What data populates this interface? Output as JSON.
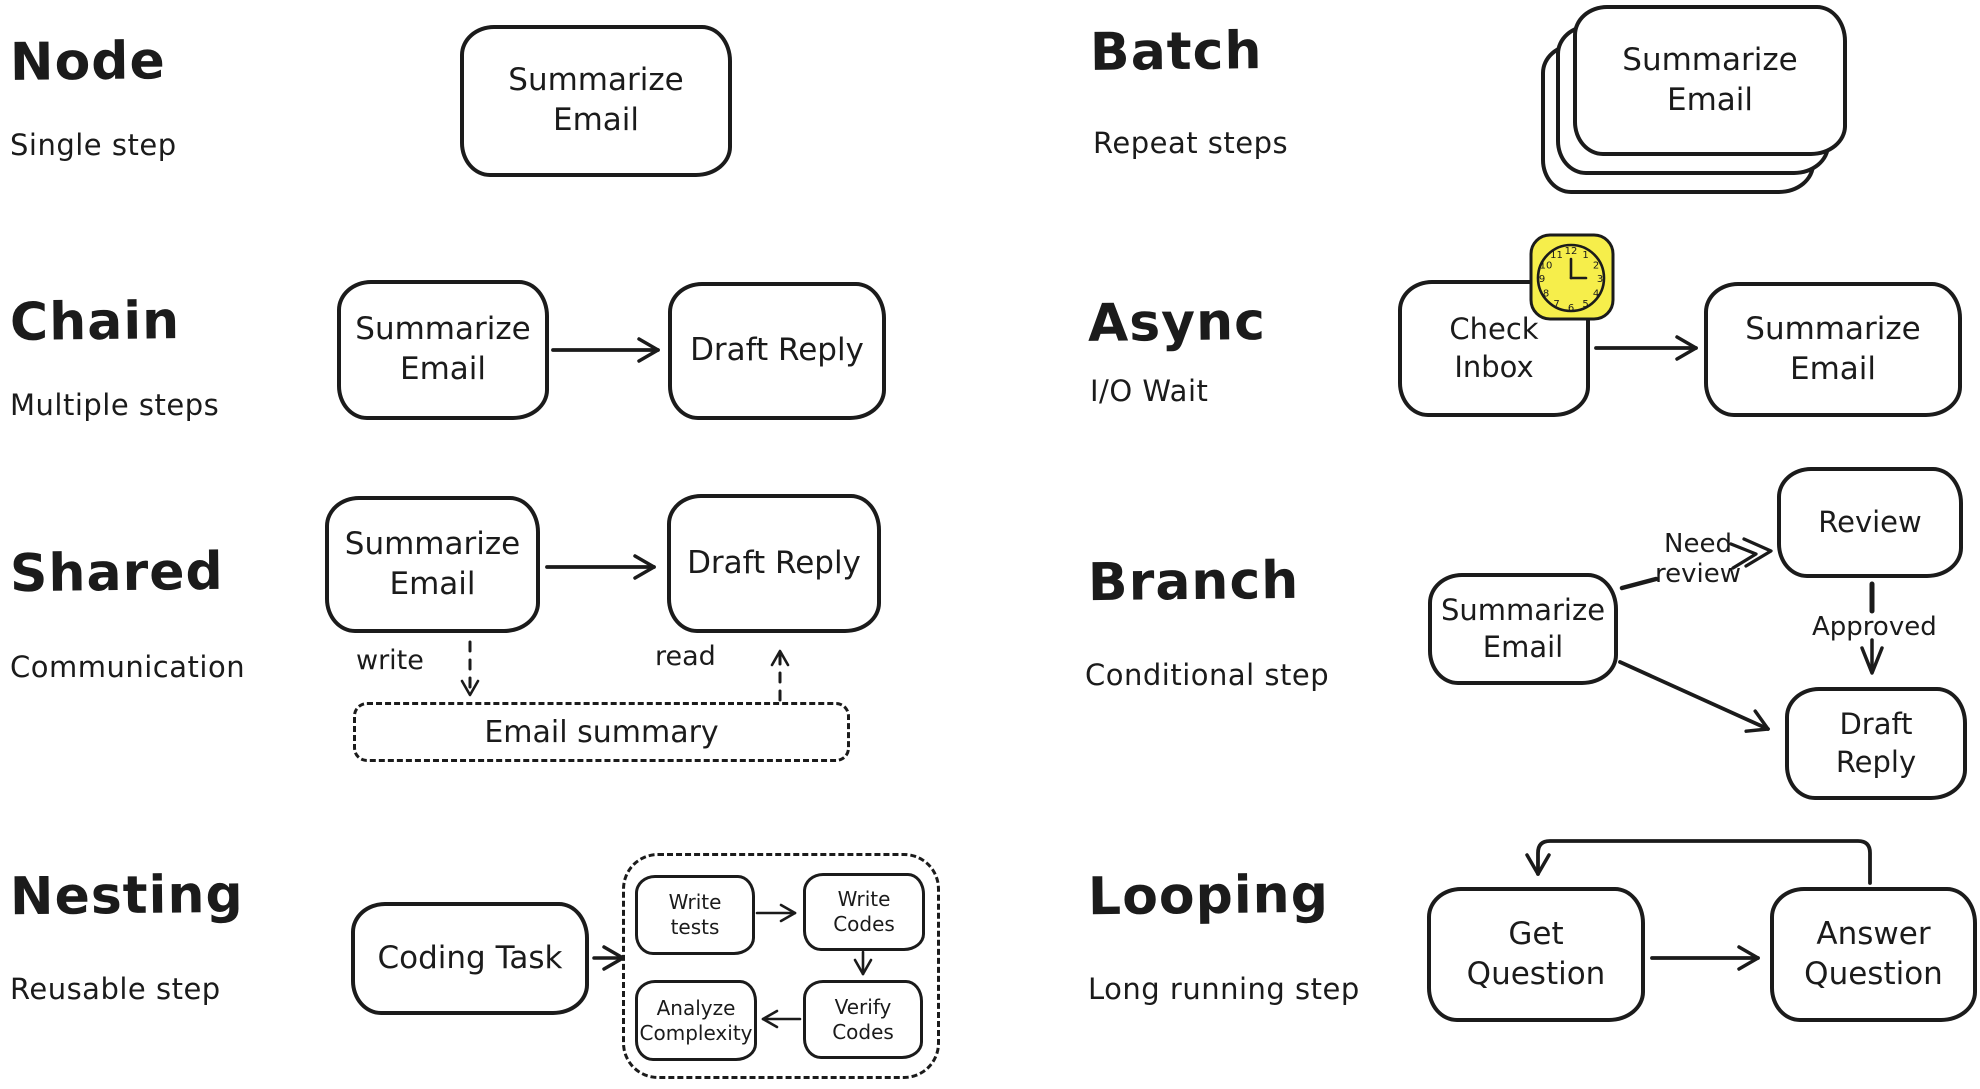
{
  "colors": {
    "ink": "#1b1b1b",
    "clock_yellow": "#f6ee4b",
    "background": "#ffffff"
  },
  "sections": {
    "node": {
      "title": "Node",
      "subtitle": "Single step",
      "box": "Summarize Email"
    },
    "chain": {
      "title": "Chain",
      "subtitle": "Multiple steps",
      "box1": "Summarize Email",
      "box2": "Draft Reply"
    },
    "shared": {
      "title": "Shared",
      "subtitle": "Communication",
      "box1": "Summarize Email",
      "box2": "Draft Reply",
      "write_label": "write",
      "read_label": "read",
      "store": "Email summary"
    },
    "nesting": {
      "title": "Nesting",
      "subtitle": "Reusable step",
      "box": "Coding Task",
      "inner1": "Write tests",
      "inner2": "Write Codes",
      "inner3": "Verify Codes",
      "inner4": "Analyze Complexity"
    },
    "batch": {
      "title": "Batch",
      "subtitle": "Repeat steps",
      "box": "Summarize Email"
    },
    "async": {
      "title": "Async",
      "subtitle": "I/O Wait",
      "box1": "Check Inbox",
      "box2": "Summarize Email"
    },
    "branch": {
      "title": "Branch",
      "subtitle": "Conditional step",
      "box1": "Summarize Email",
      "box2": "Review",
      "box3": "Draft Reply",
      "label_need_review": "Need review",
      "label_approved": "Approved"
    },
    "looping": {
      "title": "Looping",
      "subtitle": "Long running step",
      "box1": "Get Question",
      "box2": "Answer Question"
    }
  },
  "icons": {
    "clock": {
      "name": "clock-icon",
      "time_shown": "3:00",
      "numbers": [
        "12",
        "1",
        "2",
        "3",
        "4",
        "5",
        "6",
        "7",
        "8",
        "9",
        "10",
        "11"
      ]
    }
  }
}
